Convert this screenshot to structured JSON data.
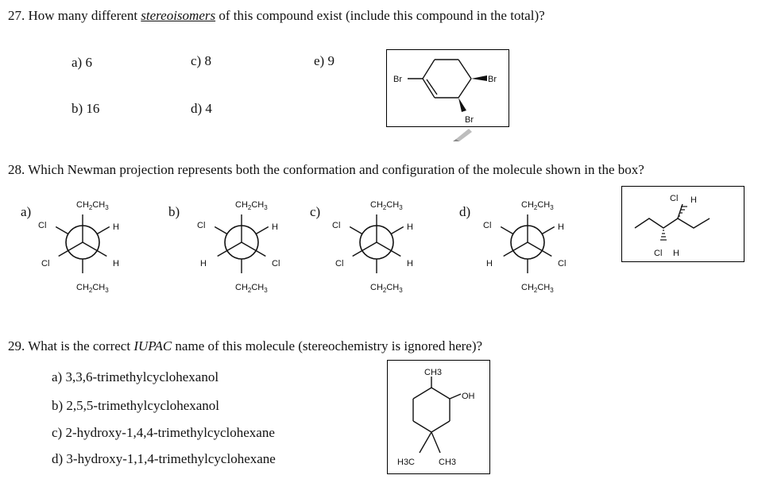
{
  "q27": {
    "number": "27.",
    "text_before": "How many different ",
    "emph": "stereoisomers",
    "text_after": " of this compound exist (include this compound in the total)?",
    "options": [
      {
        "label": "a)",
        "value": "6"
      },
      {
        "label": "c)",
        "value": "8"
      },
      {
        "label": "e)",
        "value": "9"
      },
      {
        "label": "b)",
        "value": "16"
      },
      {
        "label": "d)",
        "value": "4"
      }
    ],
    "molecule": {
      "br_left": "Br",
      "br_right": "Br",
      "br_bottom": "Br"
    }
  },
  "q28": {
    "number": "28.",
    "text": "Which Newman projection represents both the conformation and configuration of the molecule shown in the box?",
    "options": [
      {
        "label": "a)",
        "top": "CH2CH3",
        "bottom": "CH2CH3",
        "ul": "Cl",
        "ur": "H",
        "ll": "Cl",
        "lr": "H"
      },
      {
        "label": "b)",
        "top": "CH2CH3",
        "bottom": "CH2CH3",
        "ul": "Cl",
        "ur": "H",
        "ll": "H",
        "lr": "Cl"
      },
      {
        "label": "c)",
        "top": "CH2CH3",
        "bottom": "CH2CH3",
        "ul": "Cl",
        "ur": "H",
        "ll": "Cl",
        "lr": "H"
      },
      {
        "label": "d)",
        "top": "CH2CH3",
        "bottom": "CH2CH3",
        "ul": "Cl",
        "ur": "H",
        "ll": "H",
        "lr": "Cl"
      }
    ],
    "molecule": {
      "cl_top": "Cl",
      "h_top": "H",
      "cl_bottom": "Cl",
      "h_bottom": "H"
    }
  },
  "q29": {
    "number": "29.",
    "text_before": "What is the correct ",
    "emph": "IUPAC",
    "text_after": " name of this molecule  (stereochemistry is ignored here)?",
    "options": [
      {
        "label": "a)",
        "value": "3,3,6-trimethylcyclohexanol"
      },
      {
        "label": "b)",
        "value": "2,5,5-trimethylcyclohexanol"
      },
      {
        "label": "c)",
        "value": "2-hydroxy-1,4,4-trimethylcyclohexane"
      },
      {
        "label": "d)",
        "value": "3-hydroxy-1,1,4-trimethylcyclohexane"
      }
    ],
    "molecule": {
      "ch3_top": "CH3",
      "oh": "OH",
      "h3c": "H3C",
      "ch3_bottom": "CH3"
    }
  }
}
